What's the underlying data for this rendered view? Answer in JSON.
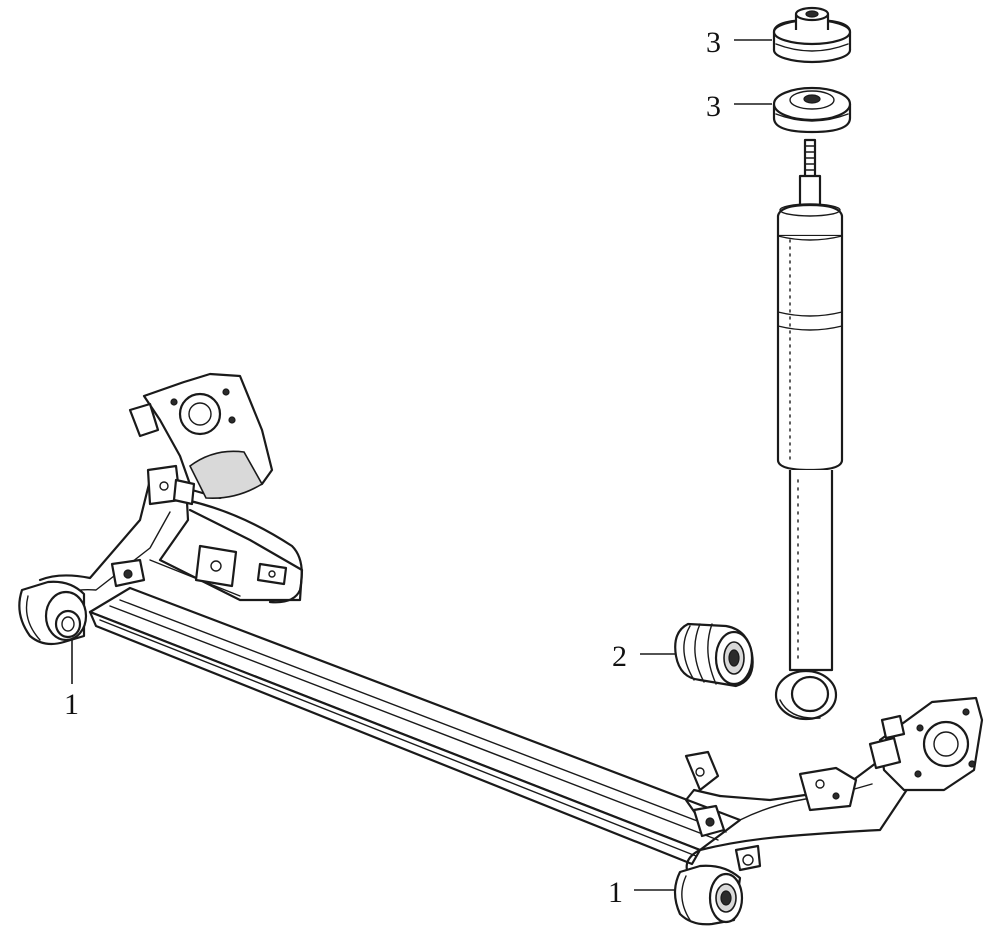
{
  "callouts": [
    {
      "id": "top-bushing-upper",
      "label": "3"
    },
    {
      "id": "top-bushing-lower",
      "label": "3"
    },
    {
      "id": "shock-lower-bushing",
      "label": "2"
    },
    {
      "id": "axle-bushing-left",
      "label": "1"
    },
    {
      "id": "axle-bushing-right",
      "label": "1"
    }
  ]
}
